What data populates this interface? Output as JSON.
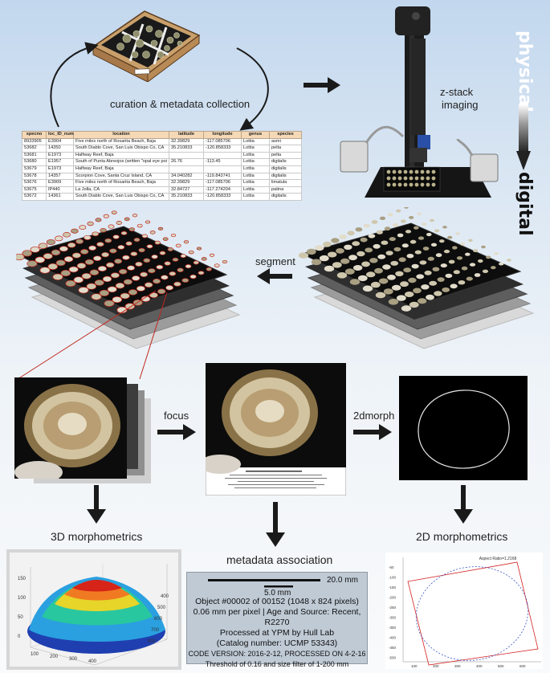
{
  "labels": {
    "curation": "curation & metadata collection",
    "zstack_line1": "z-stack",
    "zstack_line2": "imaging",
    "physical": "physical",
    "digital": "digital",
    "segment": "segment",
    "focus": "focus",
    "twodmorph": "2dmorph",
    "threed_morphometrics": "3D morphometrics",
    "twod_morphometrics": "2D morphometrics",
    "metadata_association": "metadata association"
  },
  "table": {
    "headers": [
      "specno",
      "loc_ID_num",
      "location",
      "latitude",
      "longitude",
      "genus",
      "species"
    ],
    "rows": [
      [
        "8933905",
        "E3904",
        "Five miles north of Rosarita Beach, Baja",
        "32.39829",
        "-117.085706",
        "Lottia",
        "asmi"
      ],
      [
        "53682",
        "14350",
        "South Diablo Cove, San Luis Obispo Co, CA",
        "35.210833",
        "-120.858333",
        "Lottia",
        "pelta"
      ],
      [
        "53681",
        "E1973",
        "Halfway Reef, Baja",
        "",
        "",
        "Lottia",
        "pelta"
      ],
      [
        "53680",
        "E1957",
        "South of Punta Abreojos (written \"opal eye poi",
        "26.76",
        "-113.45",
        "Lottia",
        "digitalis"
      ],
      [
        "53679",
        "E1973",
        "Halfway Reef, Baja",
        "",
        "",
        "Lottia",
        "digitalis"
      ],
      [
        "53678",
        "14357",
        "Scorpion Cove, Santa Cruz Island, CA",
        "34.040282",
        "-119.843741",
        "Lottia",
        "digitalis"
      ],
      [
        "53676",
        "E3909",
        "Five miles north of Rosarita Beach, Baja",
        "32.39829",
        "-117.085706",
        "Lottia",
        "limatula"
      ],
      [
        "53675",
        "IP440",
        "La Jolla, CA",
        "32.84727",
        "-117.274204",
        "Lottia",
        "patina"
      ],
      [
        "53672",
        "14361",
        "South Diablo Cove, San Luis Obispo Co, CA",
        "35.210833",
        "-120.858333",
        "Lottia",
        "digitalis"
      ]
    ]
  },
  "metadata_box": {
    "scale_major": "20.0 mm",
    "scale_minor": "5.0 mm",
    "line1": "Object #00002 of 00152 (1048 x 824 pixels)",
    "line2": "0.06 mm per pixel | Age and Source: Recent, R2270",
    "line3": "Processed at YPM by Hull Lab",
    "line4": "(Catalog number: UCMP 53343)",
    "line5": "CODE VERSION: 2016-2-12, PROCESSED ON 4-2-16",
    "line6": "Threshold of 0.16 and size filter of 1-200 mm"
  },
  "plot3d": {
    "z_ticks": [
      "150",
      "100",
      "50",
      "0"
    ],
    "x_ticks": [
      "100",
      "200",
      "300",
      "400"
    ],
    "y_ticks": [
      "400",
      "500",
      "600",
      "700",
      "800"
    ]
  },
  "plot2d": {
    "title": "Aspect Ratio=1.2168",
    "y_ticks": [
      "-50",
      "-100",
      "-150",
      "-200",
      "-250",
      "-300",
      "-350",
      "-400",
      "-450",
      "-500"
    ],
    "x_ticks": [
      "100",
      "200",
      "300",
      "400",
      "500",
      "600"
    ]
  },
  "colors": {
    "arrow": "#1a1a1a",
    "segment_red": "#c0281e",
    "table_header": "#f5d9b6"
  }
}
